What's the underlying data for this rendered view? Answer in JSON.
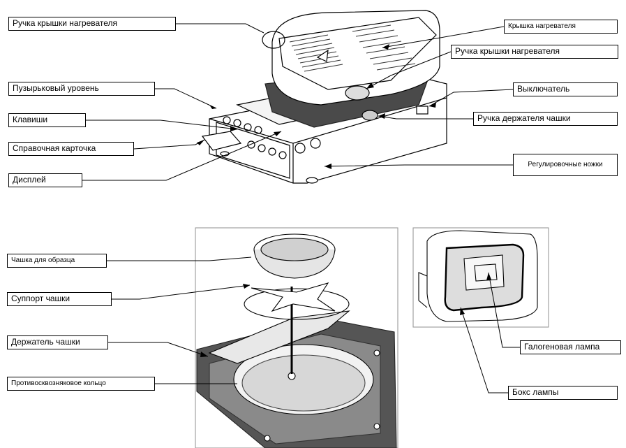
{
  "labels": {
    "heater_lid_handle_left": "Ручка крышки нагревателя",
    "heater_lid": "Крышка нагревателя",
    "heater_lid_handle_right": "Ручка крышки нагревателя",
    "bubble_level": "Пузырьковый уровень",
    "power_switch": "Выключатель",
    "keys": "Клавиши",
    "cup_holder_handle": "Ручка держателя чашки",
    "reference_card": "Справочная карточка",
    "leveling_feet": "Регулировочные ножки",
    "display": "Дисплей",
    "sample_cup": "Чашка для образца",
    "cup_support": "Суппорт чашки",
    "cup_holder": "Держатель чашки",
    "draft_ring": "Противосквозняковое кольцо",
    "halogen_lamp": "Галогеновая лампа",
    "lamp_box": "Бокс лампы"
  },
  "colors": {
    "line": "#000000",
    "dark_tray": "#4a4a4a",
    "light_grey": "#9a9a9a"
  }
}
